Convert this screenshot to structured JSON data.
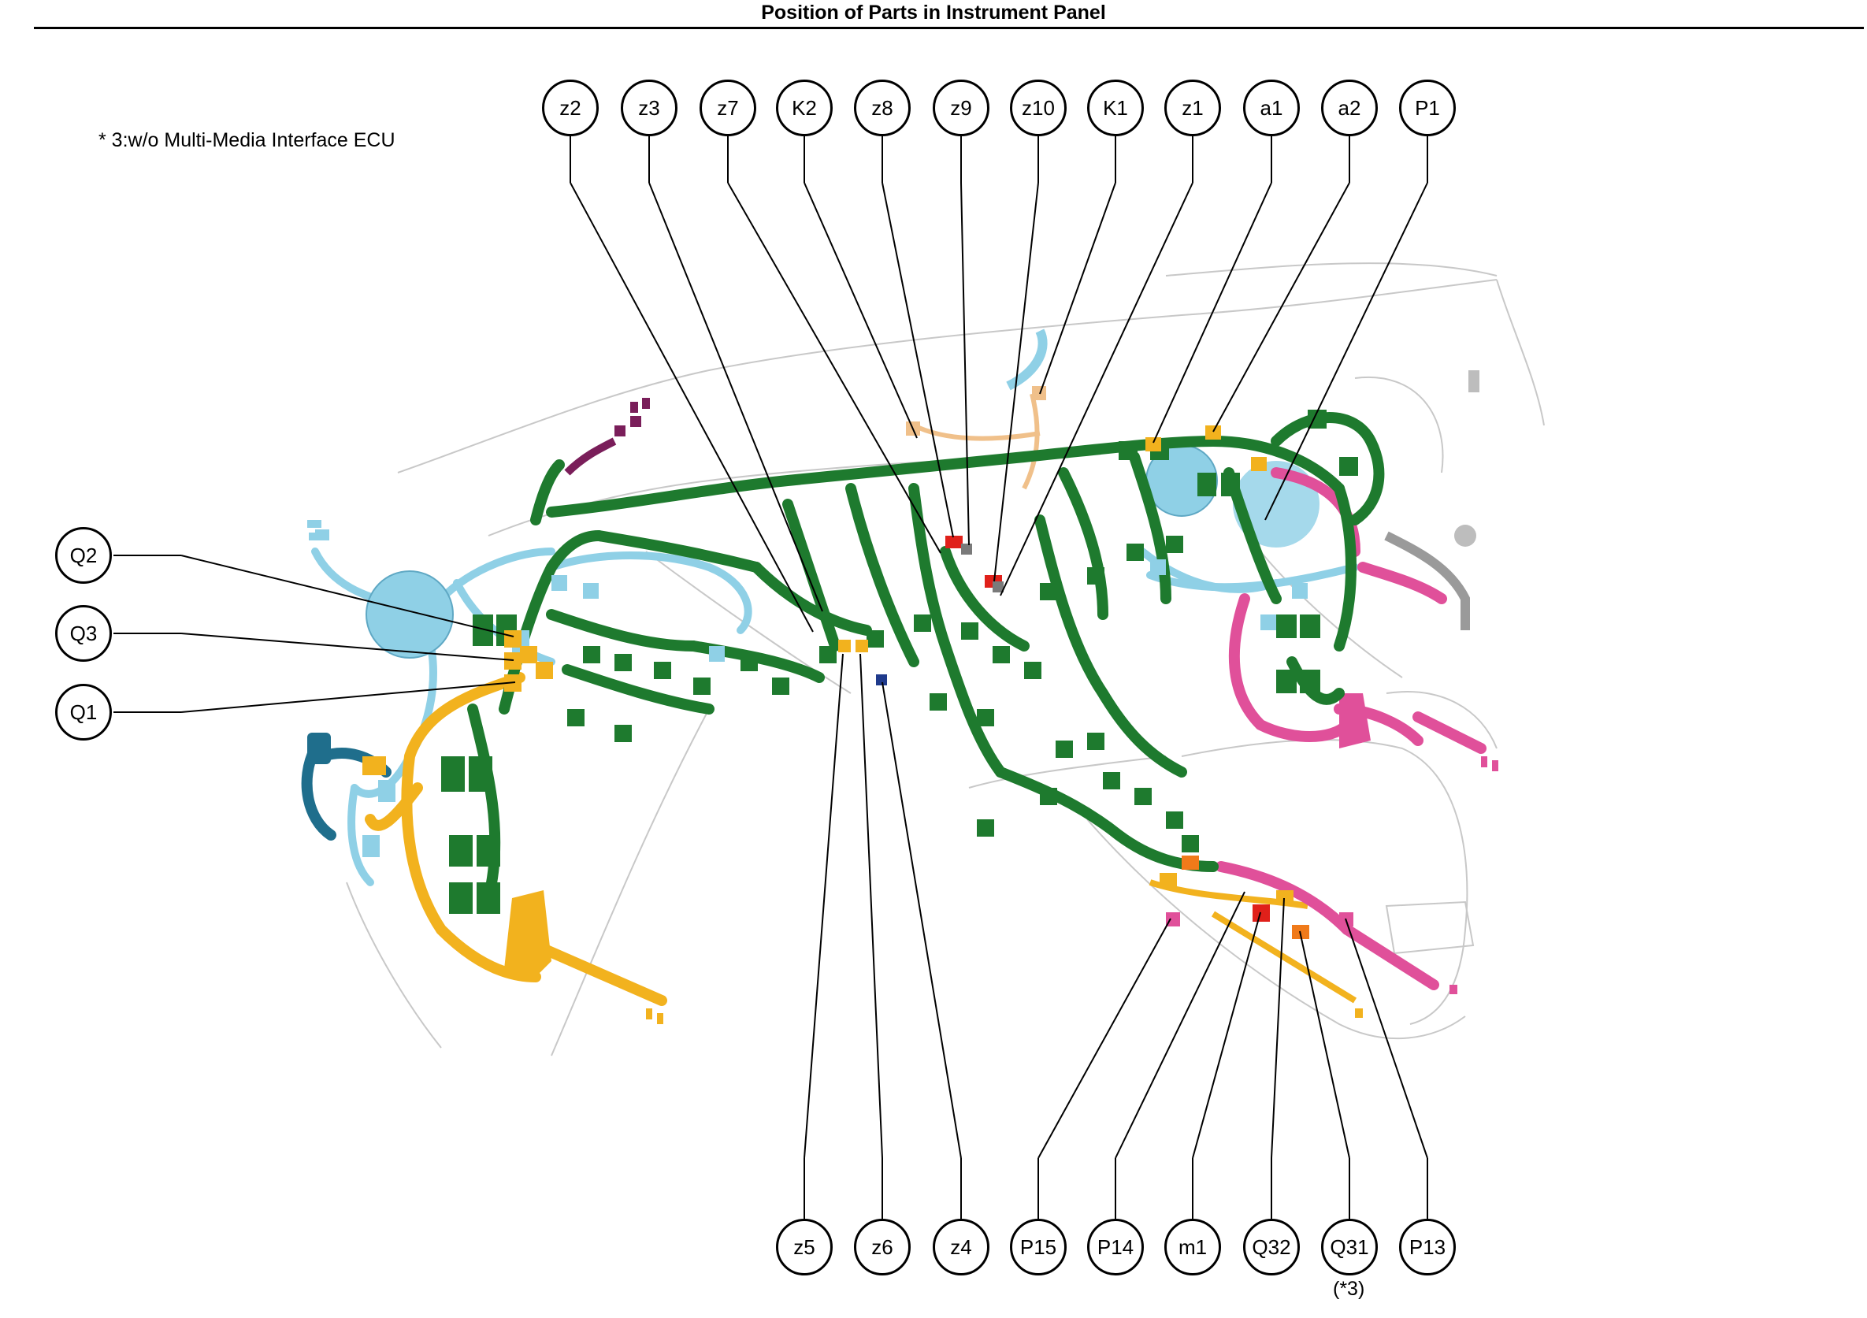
{
  "header": {
    "title": "Position of Parts in Instrument Panel"
  },
  "footnote": "* 3:w/o Multi-Media Interface ECU",
  "callouts_top": [
    "z2",
    "z3",
    "z7",
    "K2",
    "z8",
    "z9",
    "z10",
    "K1",
    "z1",
    "a1",
    "a2",
    "P1"
  ],
  "callouts_left": [
    "Q2",
    "Q3",
    "Q1"
  ],
  "callouts_bottom": [
    "z5",
    "z6",
    "z4",
    "P15",
    "P14",
    "m1",
    "Q32",
    "Q31",
    "P13"
  ],
  "bottom_note": "(*3)",
  "colors": {
    "main_harness": "#1e7a2e",
    "light_blue_harness": "#8fd0e6",
    "dark_blue_harness": "#1f6e8c",
    "yellow_orange_harness": "#f2b21e",
    "pink_harness": "#e0509a",
    "red_connector": "#e0201a",
    "orange_connector": "#f07a1a",
    "tan_harness": "#f0c08a",
    "purple_harness": "#7a1e5a",
    "outline": "#c8c8c8"
  }
}
